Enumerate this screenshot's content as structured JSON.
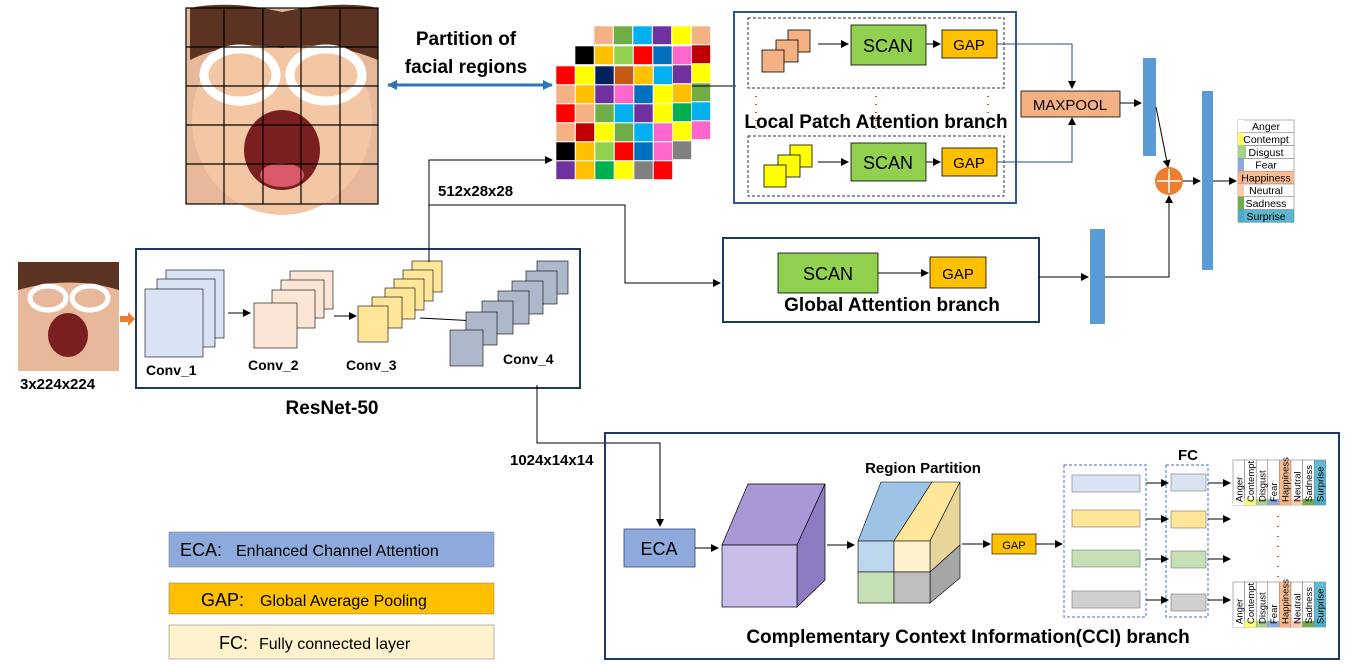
{
  "colors": {
    "box_border": "#1f3864",
    "ecaFill": "#8ea9db",
    "gapFill": "#ffc000",
    "fcFill": "#fff2cc",
    "scanFill": "#92d050",
    "bar": "#5b9bd5",
    "maxpool": "#f4b183",
    "plus": "#ed7d31"
  },
  "labels": {
    "partition_of": "Partition of",
    "facial_regions": "facial regions",
    "dim_512": "512x28x28",
    "dim_1024": "1024x14x14",
    "input_dim": "3x224x224",
    "resnet": "ResNet-50",
    "conv1": "Conv_1",
    "conv2": "Conv_2",
    "conv3": "Conv_3",
    "conv4": "Conv_4",
    "scan": "SCAN",
    "gap": "GAP",
    "maxpool": "MAXPOOL",
    "local_branch": "Local Patch Attention branch",
    "global_branch": "Global Attention branch",
    "cci_branch": "Complementary Context Information(CCI) branch",
    "region_partition": "Region Partition",
    "fc": "FC",
    "eca": "ECA",
    "dots_v": "⋮"
  },
  "emotions": [
    {
      "name": "Anger",
      "color": "#ffffff"
    },
    {
      "name": "Contempt",
      "color": "#ffff66"
    },
    {
      "name": "Disgust",
      "color": "#a9d18e"
    },
    {
      "name": "Fear",
      "color": "#8faadc"
    },
    {
      "name": "Happiness",
      "color": "#f4b183"
    },
    {
      "name": "Neutral",
      "color": "#f8cbad"
    },
    {
      "name": "Sadness",
      "color": "#70ad47"
    },
    {
      "name": "Surprise",
      "color": "#4bacc6"
    }
  ],
  "legend": [
    {
      "abbr": "ECA:",
      "text": "Enhanced Channel Attention",
      "fill": "#8ea9db"
    },
    {
      "abbr": "GAP:",
      "text": "Global Average Pooling",
      "fill": "#ffc000"
    },
    {
      "abbr": "FC:",
      "text": "Fully connected layer",
      "fill": "#fff2cc"
    }
  ],
  "patch_grid_colors": [
    "#f4b183",
    "#70ad47",
    "#00b0f0",
    "#7030a0",
    "#ffff00",
    "#f4b183",
    "#c00000",
    "#ffff00",
    "#70ad47",
    "#00b0f0",
    "#ff66cc",
    "#000000",
    "#ffc000",
    "#92d050",
    "#ff0000",
    "#0070c0",
    "#ff66cc",
    "#7030a0",
    "#ffc000",
    "#00b050",
    "#ffff00",
    "#808080",
    "#ff0000",
    "#ffff00",
    "#002060",
    "#c55a11",
    "#ffc000",
    "#00b0f0",
    "#f4b183",
    "#ffc000",
    "#7030a0",
    "#ff66cc",
    "#0070c0",
    "#ffff00",
    "#ff0000"
  ]
}
